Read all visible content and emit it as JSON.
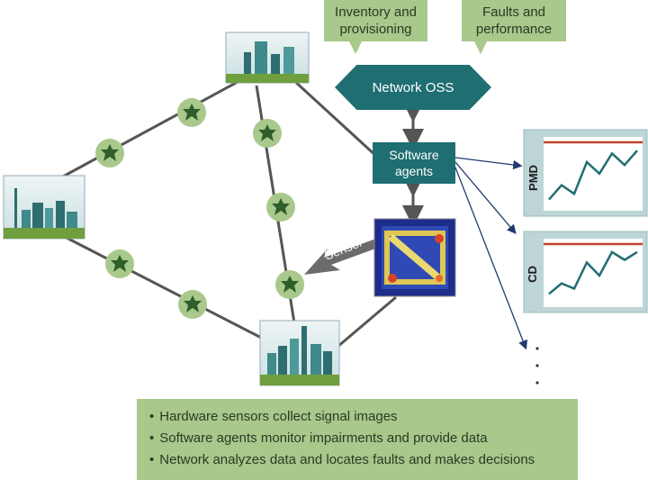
{
  "callouts": {
    "inventory": "Inventory and provisioning",
    "faults": "Faults and performance"
  },
  "network_oss": "Network OSS",
  "software_agents": [
    "Software",
    "agents"
  ],
  "sensor": "Sensor",
  "charts": [
    {
      "label": "PMD",
      "values": [
        0.1,
        0.35,
        0.2,
        0.75,
        0.55,
        0.9,
        0.7,
        0.95
      ]
    },
    {
      "label": "CD",
      "values": [
        0.15,
        0.35,
        0.25,
        0.75,
        0.5,
        0.95,
        0.8,
        0.95
      ]
    }
  ],
  "notes": [
    "Hardware sensors collect signal images",
    "Software agents monitor impairments and provide data",
    "Network analyzes data and locates faults and makes decisions"
  ],
  "colors": {
    "teal": "#1f6e72",
    "green_callout": "#a8c88c",
    "node_green": "#6f9f3e",
    "chart_bg": "#bdd5d6",
    "chart_line": "#1f6e72",
    "chart_threshold": "#c0442a"
  }
}
